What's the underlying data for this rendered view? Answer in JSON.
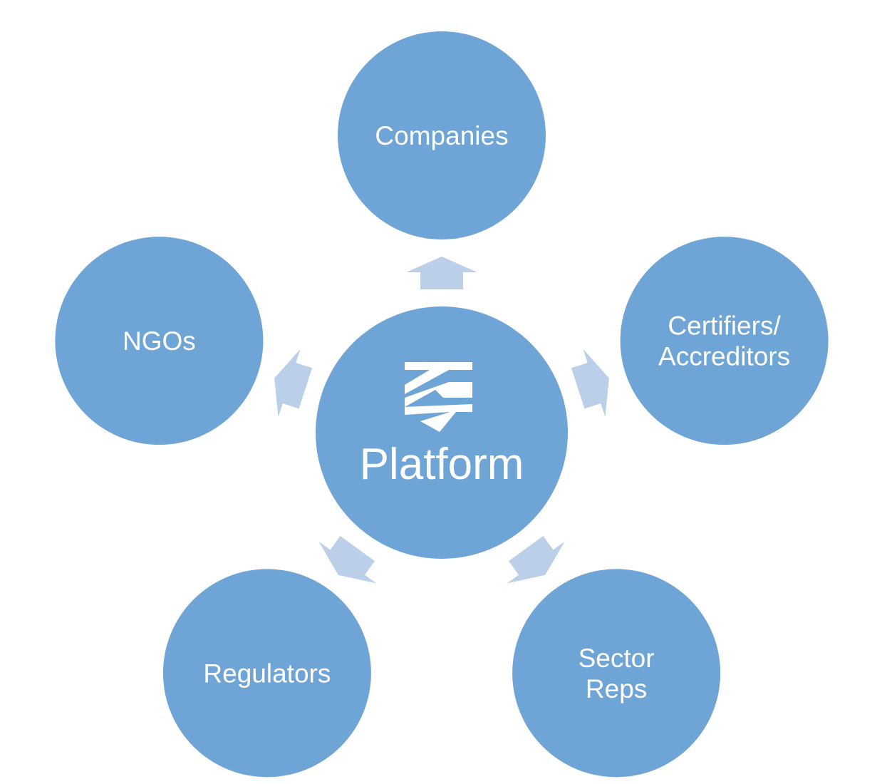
{
  "colors": {
    "node": "#6fa5d6",
    "arrow": "#bccfe8",
    "text": "#ffffff"
  },
  "center": {
    "label": "Platform",
    "icon": "platform-logo-icon"
  },
  "nodes": [
    {
      "id": "companies",
      "lines": [
        "Companies"
      ]
    },
    {
      "id": "certifiers",
      "lines": [
        "Certifiers/",
        "Accreditors"
      ]
    },
    {
      "id": "sector-reps",
      "lines": [
        "Sector",
        "Reps"
      ]
    },
    {
      "id": "regulators",
      "lines": [
        "Regulators"
      ]
    },
    {
      "id": "ngos",
      "lines": [
        "NGOs"
      ]
    }
  ]
}
